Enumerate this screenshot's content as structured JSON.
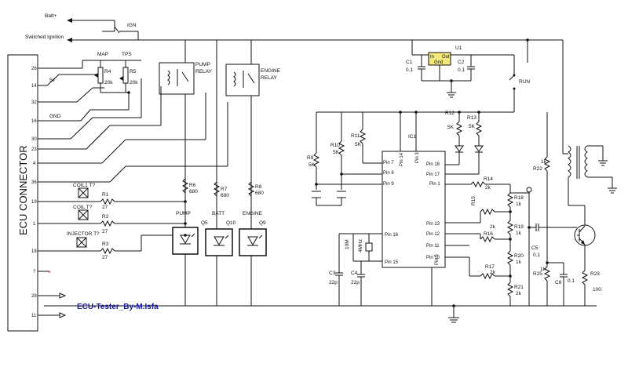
{
  "title": "ECU-Tester_By-M.Isfa",
  "nets": {
    "batt": "Batt+",
    "switched": "Switched Ignition",
    "ign": "IGN"
  },
  "connector": {
    "label": "ECU CONNECTOR",
    "pins": [
      "26",
      "14",
      "32",
      "16",
      "30",
      "23",
      "4",
      "36",
      "19",
      "1",
      "18",
      "?",
      "28",
      "11"
    ]
  },
  "sensor_labels": {
    "map": "MAP",
    "tps": "TPS",
    "five_v": "5v",
    "gnd": "GND"
  },
  "relays": {
    "pump": [
      "PUMP",
      "RELAY"
    ],
    "engine": [
      "ENGINE",
      "RELAY"
    ]
  },
  "components": {
    "R4": {
      "ref": "R4",
      "value": "20k"
    },
    "R5": {
      "ref": "R5",
      "value": "20k"
    },
    "R1": {
      "ref": "R1",
      "value": "27"
    },
    "R2": {
      "ref": "R2",
      "value": "27"
    },
    "R3": {
      "ref": "R3",
      "value": "27"
    },
    "R6": {
      "ref": "R6",
      "value": "680"
    },
    "R7": {
      "ref": "R7",
      "value": "680"
    },
    "R8": {
      "ref": "R8",
      "value": "680"
    },
    "R9": {
      "ref": "R9",
      "value": "5K"
    },
    "R10": {
      "ref": "R10",
      "value": "5K"
    },
    "R11": {
      "ref": "R11",
      "value": "5K"
    },
    "R12": {
      "ref": "R12",
      "value": "5K"
    },
    "R13": {
      "ref": "R13",
      "value": "5K"
    },
    "R14": {
      "ref": "R14",
      "value": "2k"
    },
    "R15": {
      "ref": "R15",
      "value": ""
    },
    "R16": {
      "ref": "R16",
      "value": "2k"
    },
    "R17": {
      "ref": "R17",
      "value": "2k"
    },
    "R18": {
      "ref": "R18",
      "value": "1k"
    },
    "R19": {
      "ref": "R19",
      "value": "1k"
    },
    "R20": {
      "ref": "R20",
      "value": "1k"
    },
    "R21": {
      "ref": "R21",
      "value": "2k"
    },
    "R22": {
      "ref": "R22",
      "value": "1k"
    },
    "R23": {
      "ref": "R23",
      "value": "100"
    },
    "R25": {
      "ref": "R25",
      "value": "1k"
    },
    "C1": {
      "ref": "C1",
      "value": "0.1"
    },
    "C2": {
      "ref": "C2",
      "value": "0.1"
    },
    "C3": {
      "ref": "C3",
      "value": "22p"
    },
    "C4": {
      "ref": "C4",
      "value": "22p"
    },
    "C5": {
      "ref": "C5",
      "value": "0.1"
    },
    "C6": {
      "ref": "C6",
      "value": "0.1"
    },
    "U1": {
      "ref": "U1",
      "pins": [
        "In",
        "Out",
        "Gnd"
      ]
    },
    "IC1": {
      "ref": "IC1"
    },
    "XTAL": {
      "ref": "10M",
      "value": "4MHz"
    },
    "Q5": {
      "ref": "Q5",
      "label": "PUMP"
    },
    "Q10": {
      "ref": "Q10",
      "label": "BATT"
    },
    "Q9": {
      "ref": "Q9",
      "label": "ENGINE"
    }
  },
  "coils": {
    "coil1": "COIL1 T?",
    "coil2": "COIL T?",
    "injector": "INJECTOR T?"
  },
  "switch_run": "RUN",
  "ic_pins": {
    "left": [
      "Pin 7",
      "Pin 8",
      "Pin 9",
      "Pin 16",
      "Pin 15"
    ],
    "top": [
      "Pin 14",
      "Pin 3"
    ],
    "right": [
      "Pin 18",
      "Pin 17",
      "Pin 1",
      "Pin 13",
      "Pin 12",
      "Pin 11",
      "Pin 10"
    ],
    "bottom": "Pin 5"
  }
}
